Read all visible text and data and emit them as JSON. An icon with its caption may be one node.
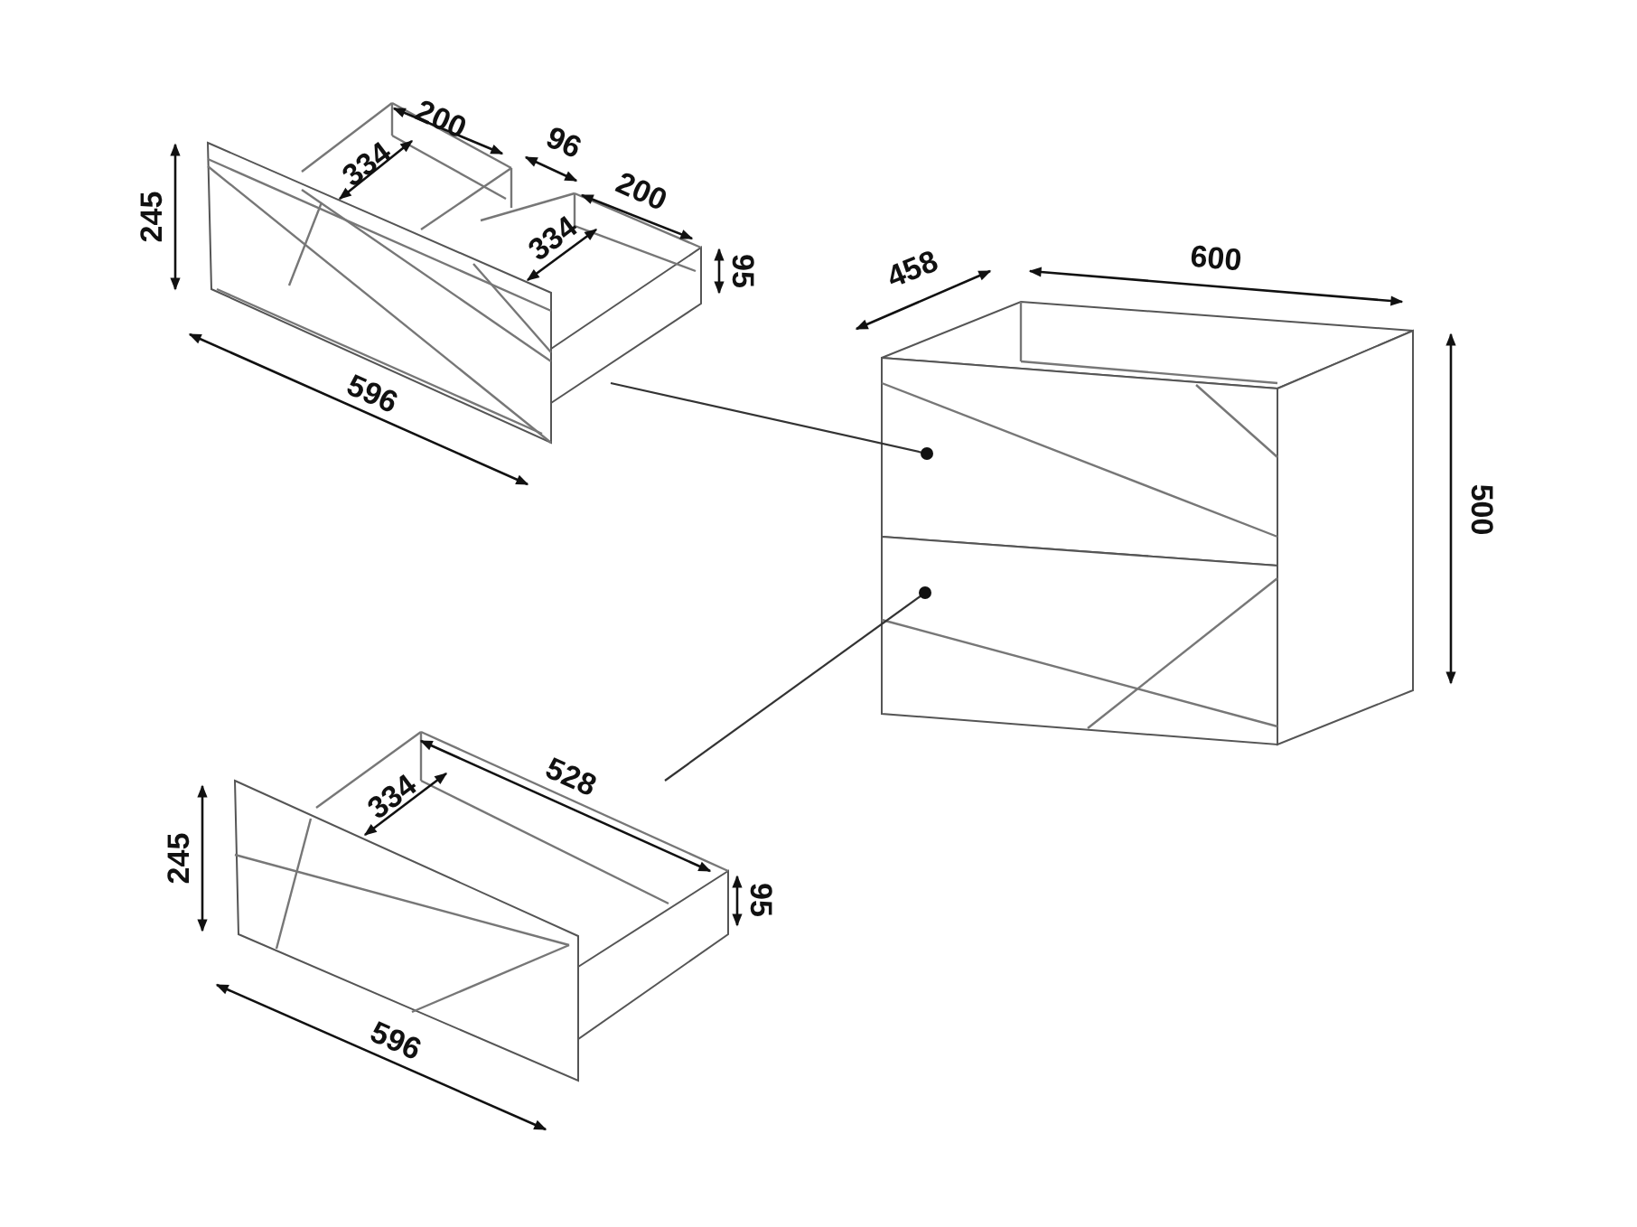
{
  "diagram": {
    "nodes": [
      {
        "text": [],
        "shape": "picture"
      },
      {
        "text": [],
        "shape": "picture"
      },
      {
        "text": [],
        "shape": "box",
        "in": 1
      },
      {
        "text": [],
        "shape": "box",
        "in": 1
      },
      {
        "text": [],
        "shape": "picture"
      }
    ],
    "edges": [
      {
        "from": 0,
        "to": 2,
        "arrow": "other"
      },
      {
        "from": 4,
        "to": 3,
        "arrow": "other"
      }
    ],
    "labels": [
      "200",
      "96",
      "334",
      "200",
      "245",
      "334",
      "95",
      "596",
      "458",
      "600",
      "500",
      "334",
      "528",
      "245",
      "95",
      "596"
    ]
  }
}
